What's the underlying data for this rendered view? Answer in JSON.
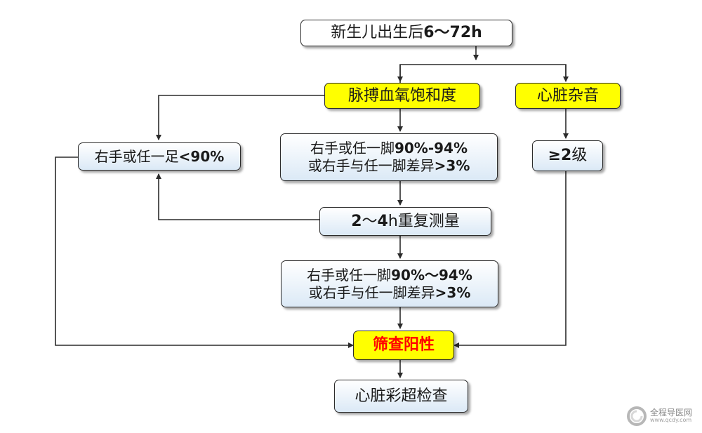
{
  "flowchart": {
    "start": {
      "text": "新生儿出生后",
      "bold": "6～72h"
    },
    "pulse_ox": {
      "text": "脉搏血氧饱和度"
    },
    "murmur": {
      "text": "心脏杂音"
    },
    "right_or_foot_low": {
      "text": "右手或任一足",
      "bold": "<90%"
    },
    "first_borderline": {
      "line1_text": "右手或任一脚",
      "line1_bold": "90%-94%",
      "line2_text": "或右手与任一脚差异",
      "line2_bold": ">3%"
    },
    "murmur_grade": {
      "bold": "≥2",
      "text": "级"
    },
    "repeat": {
      "bold1": "2",
      "mid": "～",
      "bold2": "4",
      "text": "h重复测量"
    },
    "second_borderline": {
      "line1_text": "右手或任一脚",
      "line1_bold": "90%～94%",
      "line2_text": "或右手与任一脚差异",
      "line2_bold": ">3%"
    },
    "positive": {
      "text": "筛查阳性"
    },
    "echo": {
      "text": "心脏彩超检查"
    }
  },
  "colors": {
    "highlight_yellow": "#ffff00",
    "positive_red": "#ff0000",
    "line_color": "#2b2b2b",
    "box_gradient_bottom": "#dbe9f6"
  },
  "watermark": {
    "name": "全程导医网",
    "url": "www.qcdy.com"
  }
}
